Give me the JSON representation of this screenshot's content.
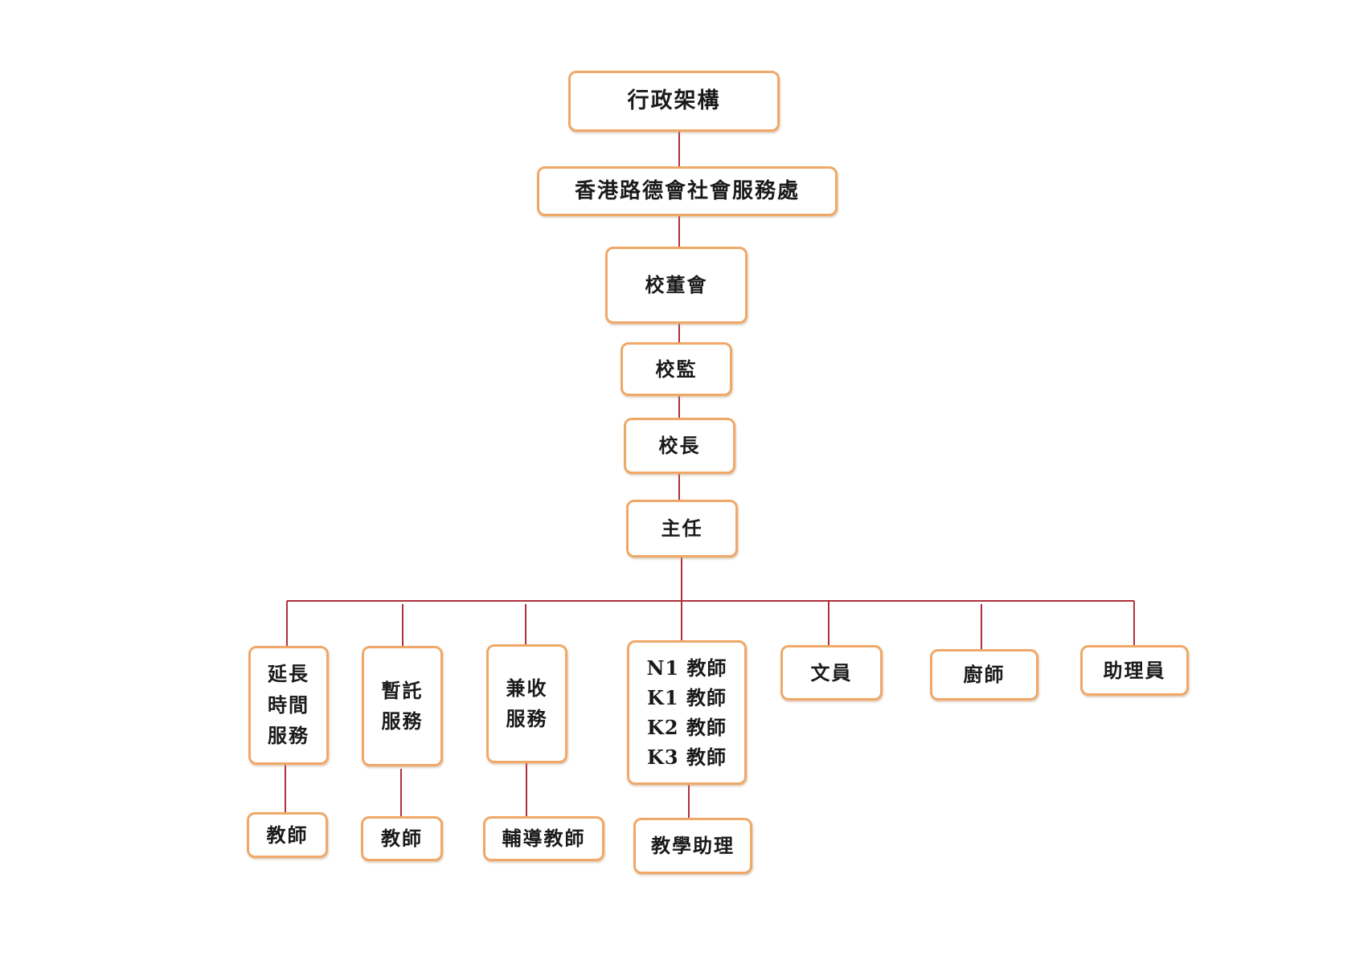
{
  "diagram": {
    "title": "行政架構",
    "organization": "香港路德會社會服務處",
    "school_board": "校董會",
    "supervisor": "校監",
    "principal": "校長",
    "head": "主任",
    "branches": {
      "extended_hours": {
        "lines": [
          "延長",
          "時間",
          "服務"
        ],
        "staff": "教師"
      },
      "occasional_care": {
        "lines": [
          "暫託",
          "服務"
        ],
        "staff": "教師"
      },
      "mixed_mode": {
        "lines": [
          "兼收",
          "服務"
        ],
        "staff": "輔導教師"
      },
      "teachers": {
        "lines": [
          "N1 教師",
          "K1 教師",
          "K2 教師",
          "K3 教師"
        ],
        "staff": "教學助理"
      },
      "clerk": "文員",
      "cook": "廚師",
      "assistant": "助理員"
    }
  },
  "colors": {
    "box_border": "#f0a868",
    "connector": "#b0303a",
    "text": "#1a1a1a"
  }
}
